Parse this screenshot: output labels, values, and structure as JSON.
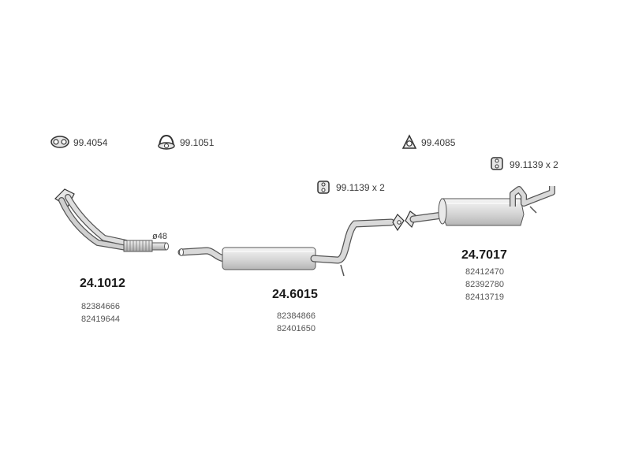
{
  "accessories": {
    "gasket_1": {
      "label": "99.4054",
      "icon": "gasket-icon"
    },
    "clamp": {
      "label": "99.1051",
      "icon": "clamp-icon"
    },
    "gasket_2": {
      "label": "99.4085",
      "icon": "gasket-icon"
    },
    "hanger_front": {
      "label": "99.1139 x 2",
      "icon": "rubber-hanger-icon"
    },
    "hanger_rear": {
      "label": "99.1139 x 2",
      "icon": "rubber-hanger-icon"
    }
  },
  "parts": [
    {
      "number": "24.1012",
      "oem": [
        "82384666",
        "82419644"
      ]
    },
    {
      "number": "24.6015",
      "oem": [
        "82384866",
        "82401650"
      ]
    },
    {
      "number": "24.7017",
      "oem": [
        "82412470",
        "82392780",
        "82413719"
      ]
    }
  ],
  "dimension": {
    "label": "ø48"
  },
  "colors": {
    "pipe_fill": "#d8d8d8",
    "pipe_stroke": "#6e6e6e",
    "background": "#ffffff"
  }
}
